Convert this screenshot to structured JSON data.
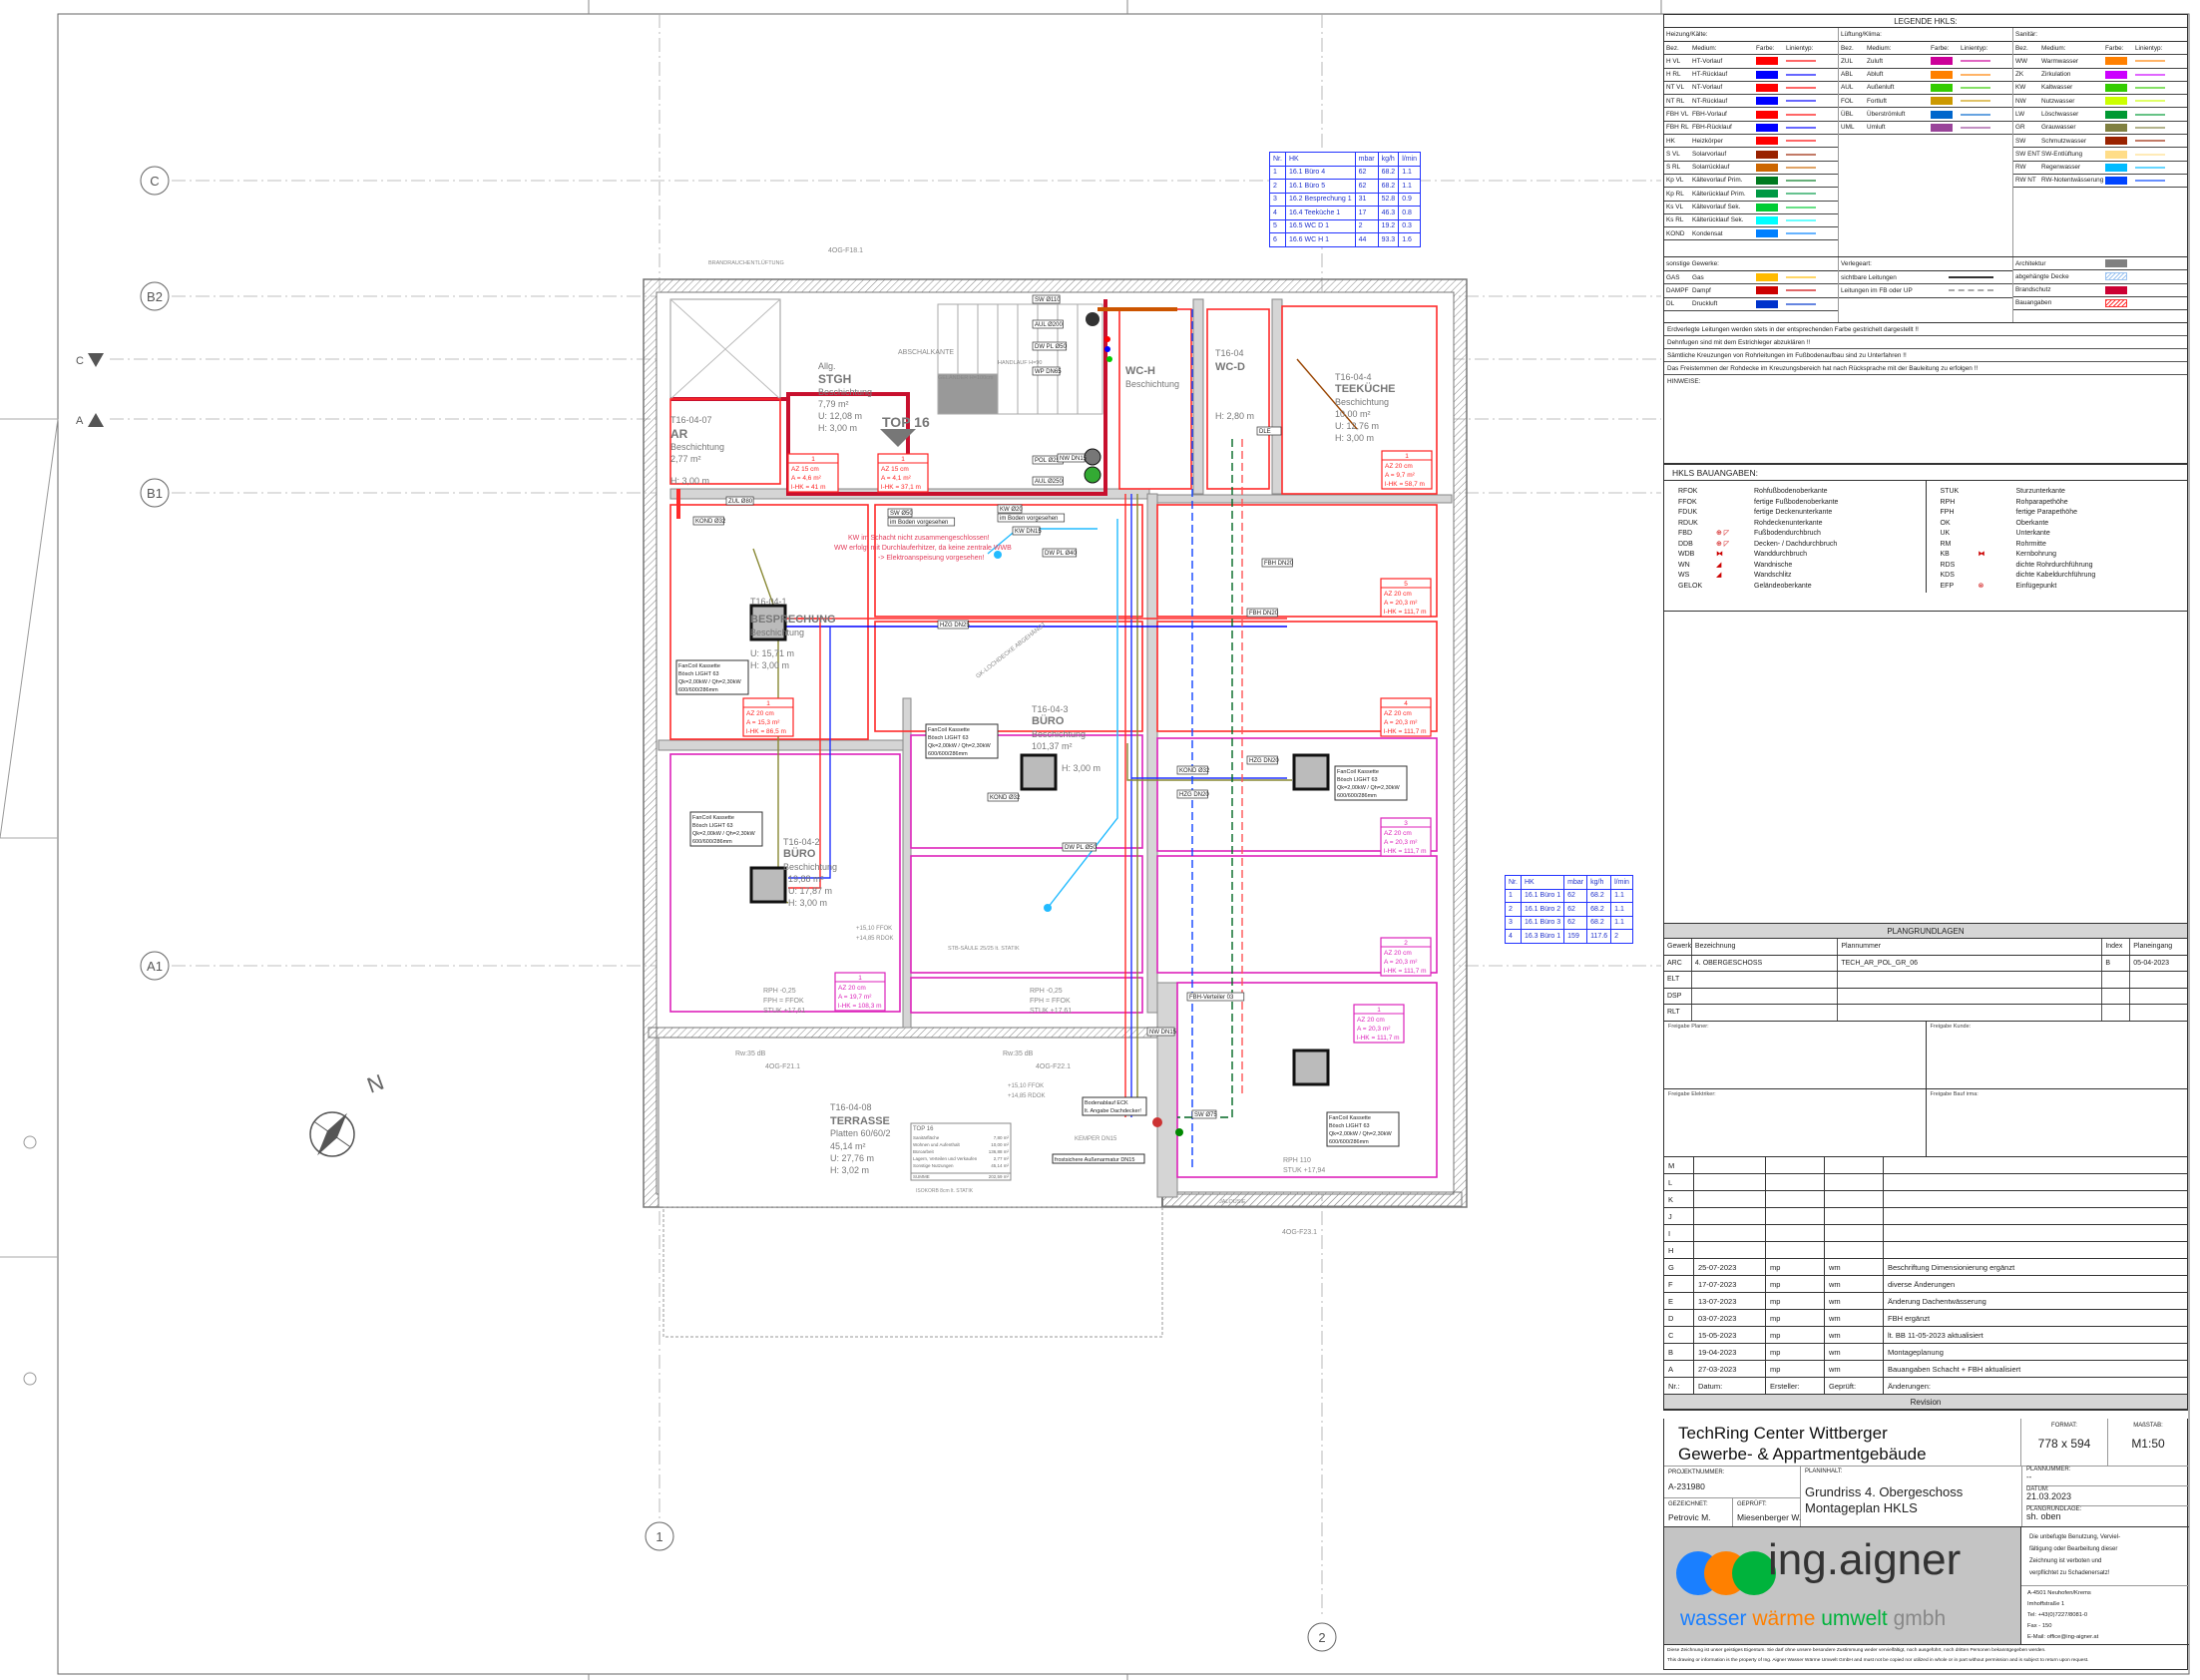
{
  "legend": {
    "title": "LEGENDE HKLS:",
    "sections": [
      "Heizung/Kälte:",
      "Lüftung/Klima:",
      "Sanitär:"
    ],
    "col_headers": {
      "bez": "Bez.",
      "medium": "Medium:",
      "farbe": "Farbe:",
      "linie": "Linientyp:"
    },
    "heating": [
      {
        "bez": "H VL",
        "medium": "HT-Vorlauf",
        "color": "#ff0000"
      },
      {
        "bez": "H RL",
        "medium": "HT-Rücklauf",
        "color": "#0000ff"
      },
      {
        "bez": "NT VL",
        "medium": "NT-Vorlauf",
        "color": "#ff0000"
      },
      {
        "bez": "NT RL",
        "medium": "NT-Rücklauf",
        "color": "#0000ff"
      },
      {
        "bez": "FBH VL",
        "medium": "FBH-Vorlauf",
        "color": "#ff0000"
      },
      {
        "bez": "FBH RL",
        "medium": "FBH-Rücklauf",
        "color": "#0000ff"
      },
      {
        "bez": "HK",
        "medium": "Heizkörper",
        "color": "#ff0000"
      },
      {
        "bez": "S VL",
        "medium": "Solarvorlauf",
        "color": "#992200"
      },
      {
        "bez": "S RL",
        "medium": "Solarrücklauf",
        "color": "#cc6600"
      },
      {
        "bez": "Kp VL",
        "medium": "Kältevorlauf Prim.",
        "color": "#007a1f"
      },
      {
        "bez": "Kp RL",
        "medium": "Kälterücklauf Prim.",
        "color": "#009944"
      },
      {
        "bez": "Ks VL",
        "medium": "Kältevorlauf Sek.",
        "color": "#00cc33"
      },
      {
        "bez": "Ks RL",
        "medium": "Kälterücklauf Sek.",
        "color": "#00ffff"
      },
      {
        "bez": "KOND",
        "medium": "Kondensat",
        "color": "#0080ff"
      }
    ],
    "ventilation": [
      {
        "bez": "ZUL",
        "medium": "Zuluft",
        "color": "#cc0099"
      },
      {
        "bez": "ABL",
        "medium": "Abluft",
        "color": "#ff8000"
      },
      {
        "bez": "AUL",
        "medium": "Außenluft",
        "color": "#33cc00"
      },
      {
        "bez": "FOL",
        "medium": "Fortluft",
        "color": "#cc9900"
      },
      {
        "bez": "ÜBL",
        "medium": "Überströmluft",
        "color": "#0066cc"
      },
      {
        "bez": "UML",
        "medium": "Umluft",
        "color": "#994499"
      }
    ],
    "sanitary": [
      {
        "bez": "WW",
        "medium": "Warmwasser",
        "color": "#ff8000"
      },
      {
        "bez": "ZK",
        "medium": "Zirkulation",
        "color": "#cc00ff"
      },
      {
        "bez": "KW",
        "medium": "Kaltwasser",
        "color": "#33cc00"
      },
      {
        "bez": "NW",
        "medium": "Nutzwasser",
        "color": "#ccff00"
      },
      {
        "bez": "LW",
        "medium": "Löschwasser",
        "color": "#009933"
      },
      {
        "bez": "GR",
        "medium": "Grauwasser",
        "color": "#808040"
      },
      {
        "bez": "SW",
        "medium": "Schmutzwasser",
        "color": "#992200"
      },
      {
        "bez": "SW ENT",
        "medium": "SW-Entlüftung",
        "color": "#ffdd88"
      },
      {
        "bez": "RW",
        "medium": "Regenwasser",
        "color": "#00bbff"
      },
      {
        "bez": "RW NT",
        "medium": "RW-Notentwässerung",
        "color": "#0044ff"
      }
    ],
    "other_title": "sonstige Gewerke:",
    "other": [
      {
        "bez": "GAS",
        "medium": "Gas",
        "color": "#ffbb00"
      },
      {
        "bez": "DAMPF",
        "medium": "Dampf",
        "color": "#cc0000"
      },
      {
        "bez": "DL",
        "medium": "Druckluft",
        "color": "#0033cc"
      }
    ],
    "laying_title": "Verlegeart:",
    "laying": [
      {
        "label": "sichtbare Leitungen",
        "style": "solid"
      },
      {
        "label": "Leitungen im FB oder UP",
        "style": "dashed"
      }
    ],
    "arch": [
      {
        "label": "Architektur",
        "color": "#808080"
      },
      {
        "label": "abgehängte Decke",
        "color": "#9cc3f0"
      },
      {
        "label": "Brandschutz",
        "color": "#cc0033"
      },
      {
        "label": "Bauangaben",
        "color": "#ff3333"
      }
    ],
    "notes": [
      "Erdverlegte Leitungen werden stets in der entsprechenden Farbe gestrichelt dargestellt !!",
      "Dehnfugen sind mit dem Estrichleger abzuklären !!",
      "Sämtliche Kreuzungen von Rohrleitungen im Fußbodenaufbau sind zu Unterfahren !!",
      "Das Freistemmen der Rohdecke im Kreuzungsbereich hat nach Rücksprache mit der Bauleitung zu erfolgen !!"
    ],
    "hinweise": "HINWEISE:"
  },
  "bauangaben": {
    "title": "HKLS BAUANGABEN:",
    "left": [
      {
        "k": "RFOK",
        "s": "",
        "d": "Rohfußbodenoberkante"
      },
      {
        "k": "FFOK",
        "s": "",
        "d": "fertige Fußbodenoberkante"
      },
      {
        "k": "FDUK",
        "s": "",
        "d": "fertige Deckenunterkante"
      },
      {
        "k": "RDUK",
        "s": "",
        "d": "Rohdeckenunterkante"
      },
      {
        "k": "FBD",
        "s": "⊕ ◸",
        "d": "Fußbodendurchbruch"
      },
      {
        "k": "DDB",
        "s": "⊕ ◸",
        "d": "Decken- / Dachdurchbruch"
      },
      {
        "k": "WDB",
        "s": "⧓",
        "d": "Wanddurchbruch"
      },
      {
        "k": "WN",
        "s": "◢",
        "d": "Wandnische"
      },
      {
        "k": "WS",
        "s": "◢",
        "d": "Wandschlitz"
      },
      {
        "k": "GELOK",
        "s": "",
        "d": "Geländeoberkante"
      }
    ],
    "right": [
      {
        "k": "STUK",
        "s": "",
        "d": "Sturzunterkante"
      },
      {
        "k": "RPH",
        "s": "",
        "d": "Rohparapethöhe"
      },
      {
        "k": "FPH",
        "s": "",
        "d": "fertige Parapethöhe"
      },
      {
        "k": "OK",
        "s": "",
        "d": "Oberkante"
      },
      {
        "k": "UK",
        "s": "",
        "d": "Unterkante"
      },
      {
        "k": "RM",
        "s": "",
        "d": "Rohrmitte"
      },
      {
        "k": "KB",
        "s": "⧓",
        "d": "Kernbohrung"
      },
      {
        "k": "RDS",
        "s": "",
        "d": "dichte Rohrdurchführung"
      },
      {
        "k": "KDS",
        "s": "",
        "d": "dichte Kabeldurchführung"
      },
      {
        "k": "EFP",
        "s": "⊗",
        "d": "Einfügepunkt"
      }
    ]
  },
  "plangrundlagen": {
    "title": "PLANGRUNDLAGEN",
    "headers": [
      "Gewerk",
      "Bezeichnung",
      "Plannummer",
      "Index",
      "Planeingang"
    ],
    "rows": [
      [
        "ARC",
        "4. OBERGESCHOSS",
        "TECH_AR_POL_GR_06",
        "B",
        "05-04-2023"
      ],
      [
        "ELT",
        "",
        "",
        "",
        ""
      ],
      [
        "DSP",
        "",
        "",
        "",
        ""
      ],
      [
        "RLT",
        "",
        "",
        "",
        ""
      ]
    ],
    "freigabe": [
      "Freigabe Planer:",
      "Freigabe Kunde:",
      "Freigabe Elektriker:",
      "Freigabe Bauf irma:"
    ]
  },
  "revision": {
    "title": "Revision",
    "rows": [
      [
        "M",
        "",
        "",
        "",
        ""
      ],
      [
        "L",
        "",
        "",
        "",
        ""
      ],
      [
        "K",
        "",
        "",
        "",
        ""
      ],
      [
        "J",
        "",
        "",
        "",
        ""
      ],
      [
        "I",
        "",
        "",
        "",
        ""
      ],
      [
        "H",
        "",
        "",
        "",
        ""
      ],
      [
        "G",
        "25-07-2023",
        "mp",
        "wm",
        "Beschriftung Dimensionierung ergänzt"
      ],
      [
        "F",
        "17-07-2023",
        "mp",
        "wm",
        "diverse Änderungen"
      ],
      [
        "E",
        "13-07-2023",
        "mp",
        "wm",
        "Änderung Dachentwässerung"
      ],
      [
        "D",
        "03-07-2023",
        "mp",
        "wm",
        "FBH ergänzt"
      ],
      [
        "C",
        "15-05-2023",
        "mp",
        "wm",
        "lt. BB 11-05-2023 aktualisiert"
      ],
      [
        "B",
        "19-04-2023",
        "mp",
        "wm",
        "Montageplanung"
      ],
      [
        "A",
        "27-03-2023",
        "mp",
        "wm",
        "Bauangaben Schacht + FBH aktualisiert"
      ]
    ],
    "headers": [
      "Nr.:",
      "Datum:",
      "Ersteller:",
      "Geprüft:",
      "Änderungen:"
    ]
  },
  "titleblock": {
    "project_line1": "TechRing Center Wittberger",
    "project_line2": "Gewerbe- & Appartmentgebäude",
    "format_label": "FORMAT:",
    "format": "778 x 594",
    "scale_label": "MAßSTAB:",
    "scale": "M1:50",
    "projnr_label": "PROJEKTNUMMER:",
    "projnr": "A-231980",
    "drawn_label": "GEZEICHNET:",
    "drawn": "Petrovic M.",
    "checked_label": "GEPRÜFT:",
    "checked": "Miesenberger W.",
    "content_label": "PLANINHALT:",
    "content1": "Grundriss 4. Obergeschoss",
    "content2": "Montageplan HKLS",
    "plannr_label": "PLANNUMMER:",
    "plannr": "--",
    "date_label": "DATUM:",
    "date": "21.03.2023",
    "basis_label": "PLANGRUNDLAGE:",
    "basis": "sh. oben",
    "logo_text": "ing.aigner",
    "logo_w1": "wasser",
    "logo_w2": "wärme",
    "logo_w3": "umwelt",
    "logo_w4": "gmbh",
    "logo_colors": [
      "#1a7fff",
      "#ff8000",
      "#00b33c"
    ],
    "copyright_note": [
      "Die unbefugte Benutzung, Verviel-",
      "fältigung oder Bearbeitung dieser",
      "Zeichnung ist verboten und",
      "verpflichtet zu Schadenersatz!"
    ],
    "address": [
      "A-4501 Neuhofen/Krems",
      "Imhoffstraße 1",
      "Tel: +43(0)7227/8081-0",
      "Fax - 150",
      "E-Mail: office@ing-aigner.at"
    ],
    "footer1": "Diese Zeichnung ist unser geistiges Eigentum. Sie darf ohne unsere besondere Zustimmung weder vervielfältigt, noch ausgeführt, noch dritten Personen bekanntgegeben werden.",
    "footer2": "This drawing or information is the property of Ing. Aigner Wasser Wärme Umwelt GmbH and must not be copied nor utilized in whole or in part without permission and is subject to return upon request."
  },
  "hk_table_1": {
    "headers": [
      "Nr.",
      "HK",
      "mbar",
      "kg/h",
      "l/min"
    ],
    "rows": [
      [
        "1",
        "16.1 Büro 4",
        "62",
        "68.2",
        "1.1"
      ],
      [
        "2",
        "16.1 Büro 5",
        "62",
        "68.2",
        "1.1"
      ],
      [
        "3",
        "16.2 Besprechung 1",
        "31",
        "52.8",
        "0.9"
      ],
      [
        "4",
        "16.4 Teeküche 1",
        "17",
        "46.3",
        "0.8"
      ],
      [
        "5",
        "16.5 WC D 1",
        "2",
        "19.2",
        "0.3"
      ],
      [
        "6",
        "16.6 WC H 1",
        "44",
        "93.3",
        "1.6"
      ]
    ]
  },
  "hk_table_2": {
    "headers": [
      "Nr.",
      "HK",
      "mbar",
      "kg/h",
      "l/min"
    ],
    "rows": [
      [
        "1",
        "16.1 Büro 1",
        "62",
        "68.2",
        "1.1"
      ],
      [
        "2",
        "16.1 Büro 2",
        "62",
        "68.2",
        "1.1"
      ],
      [
        "3",
        "16.1 Büro 3",
        "62",
        "68.2",
        "1.1"
      ],
      [
        "4",
        "16.3 Büro 1",
        "159",
        "117.6",
        "2"
      ]
    ]
  },
  "grid": {
    "c": "C",
    "b2": "B2",
    "b1": "B1",
    "a1": "A1",
    "one": "1",
    "two": "2",
    "sec_c": "C",
    "sec_a": "A",
    "north": "N"
  },
  "rooms": {
    "ar": {
      "id": "T16-04-07",
      "name": "AR",
      "finish": "Beschichtung",
      "area": "2,77 m²",
      "h": "H: 3,00 m"
    },
    "stgh": {
      "pre": "Allg.",
      "name": "STGH",
      "finish": "Beschichtung",
      "area": "7,79 m²",
      "u": "U: 12,08 m",
      "h": "H: 3,00 m"
    },
    "top": "TOP 16",
    "besprechung": {
      "id": "T16-04-1",
      "name": "BESPRECHUNG",
      "finish": "Beschichtung",
      "u": "U: 15,71 m",
      "h": "H: 3,00 m"
    },
    "buero3": {
      "id": "T16-04-3",
      "name": "BÜRO",
      "finish": "Beschichtung",
      "area": "101,37 m²",
      "h": "H: 3,00 m"
    },
    "buero2": {
      "id": "T16-04-2",
      "name": "BÜRO",
      "finish": "Beschichtung",
      "area": "19,88 m²",
      "u": "U: 17,87 m",
      "h": "H: 3,00 m"
    },
    "teekueche": {
      "id": "T16-04-4",
      "name": "TEEKÜCHE",
      "finish": "Beschichtung",
      "area": "10,00 m²",
      "u": "U: 12,76 m",
      "h": "H: 3,00 m"
    },
    "wcd": {
      "id": "T16-04",
      "name": "WC-D",
      "h": "H: 2,80 m"
    },
    "wch": {
      "name": "WC-H",
      "finish": "Beschichtung"
    },
    "terrasse": {
      "id": "T16-04-08",
      "name": "TERRASSE",
      "finish": "Platten 60/60/2",
      "area": "45,14 m²",
      "u": "U: 27,76 m",
      "h": "H: 3,02 m"
    }
  },
  "hk_boxes": [
    {
      "nr": "1",
      "az": "AZ 20 cm",
      "a": "A = 15,3 m²",
      "l": "l-HK = 86,5 m",
      "color": "#ff2222"
    },
    {
      "nr": "1",
      "az": "AZ 15 cm",
      "a": "A = 4,6 m²",
      "l": "l-HK = 41 m",
      "color": "#ff2222"
    },
    {
      "nr": "1",
      "az": "AZ 15 cm",
      "a": "A = 4,1 m²",
      "l": "l-HK = 37,1 m",
      "color": "#ff2222"
    },
    {
      "nr": "1",
      "az": "AZ 20 cm",
      "a": "A = 9,7 m²",
      "l": "l-HK = 58,7 m",
      "color": "#ff2222"
    },
    {
      "nr": "5",
      "az": "AZ 20 cm",
      "a": "A = 20,3 m²",
      "l": "l-HK = 111,7 m",
      "color": "#ff2222"
    },
    {
      "nr": "4",
      "az": "AZ 20 cm",
      "a": "A = 20,3 m²",
      "l": "l-HK = 111,7 m",
      "color": "#ff2222"
    },
    {
      "nr": "3",
      "az": "AZ 20 cm",
      "a": "A = 20,3 m²",
      "l": "l-HK = 111,7 m",
      "color": "#dd22bb"
    },
    {
      "nr": "2",
      "az": "AZ 20 cm",
      "a": "A = 20,3 m²",
      "l": "l-HK = 111,7 m",
      "color": "#dd22bb"
    },
    {
      "nr": "1",
      "az": "AZ 20 cm",
      "a": "A = 20,3 m²",
      "l": "l-HK = 111,7 m",
      "color": "#dd22bb"
    },
    {
      "nr": "1",
      "az": "AZ 20 cm",
      "a": "A = 19,7 m²",
      "l": "l-HK = 108,3 m",
      "color": "#dd22bb"
    }
  ],
  "fancoil": [
    "FanCoil Kassette",
    "Bösch LIGHT 63",
    "Qk=2,00kW / Qh=2,30kW",
    "600/600/286mm"
  ],
  "pipe_tags": [
    "SW Ø110",
    "AUL Ø200",
    "DW PL Ø50",
    "WP DN65",
    "POL Ø250",
    "AUL Ø250",
    "ZUL Ø80",
    "KOND Ø32",
    "SW Ø50",
    "im Boden vorgesehen",
    "KW Ø20",
    "im Boden vorgesehen",
    "KW DN15",
    "DW PL Ø40",
    "HZG DN25",
    "HZG DN20",
    "FBH DN20",
    "NW DN15",
    "SW Ø75",
    "DLE",
    "DW PL Ø50",
    "KOND Ø32",
    "HZG DN20",
    "NW DN15",
    "FBH DN20",
    "FBH-Verteiler 03",
    "KOND Ø32"
  ],
  "red_note": [
    "KW im Schacht nicht zusammengeschlossen!",
    "WW erfolgt mit Durchlauferhitzer, da keine zentrale WWB",
    "-> Elektroanspeisung vorgesehen!"
  ],
  "annotations": {
    "brand": "BRANDRAUCHENTLÜFTUNG",
    "rw1": "Rw:35 dB",
    "f21": "4OG-F21.1",
    "rw2": "Rw:35 dB",
    "f22": "4OG-F22.1",
    "f23": "4OG-F23.1",
    "f18": "4OG-F18.1",
    "rph1": "RPH -0,25",
    "fph1": "FPH = FFOK",
    "stuk1": "STUK +17,61",
    "rph2": "RPH -0,25",
    "fph2": "FPH = FFOK",
    "stuk2": "STUK +17,61",
    "rph3": "RPH 110",
    "stuk3": "STUK +17,94",
    "stb": "STB-SÄULE 25/25 lt. STATIK",
    "jalousie": "JALOUSIE",
    "abschal": "ABSCHALKANTE",
    "handlauf": "HANDLAUF H=90",
    "gelaender": "GELÄNDER H=100cm",
    "ffok": "+15,10 FFOK",
    "rdok": "+14,85 RDOK",
    "bodenablauf": "Bodenablauf ECK",
    "angabe": "lt. Angabe Dachdecker!",
    "aussen": "frostsichere Außenarmatur DN15",
    "kemper": "KEMPER DN15",
    "isokorb": "ISOKORB 8cm lt. STATIK",
    "decke": "GK-LOCHDECKE ABGEHÄNGT"
  },
  "top16_table": {
    "title": "TOP 16",
    "rows": [
      [
        "Sanitärfläche",
        "7,80 m²"
      ],
      [
        "Wohnen und Aufenthalt",
        "10,00 m²"
      ],
      [
        "Büroarbeit",
        "136,88 m²"
      ],
      [
        "Lagern, Verteilen und Verkaufen",
        "2,77 m²"
      ],
      [
        "Sonstige Nutzungen",
        "45,14 m²"
      ]
    ],
    "sum_label": "SUMME",
    "sum": "202,59 m²"
  }
}
